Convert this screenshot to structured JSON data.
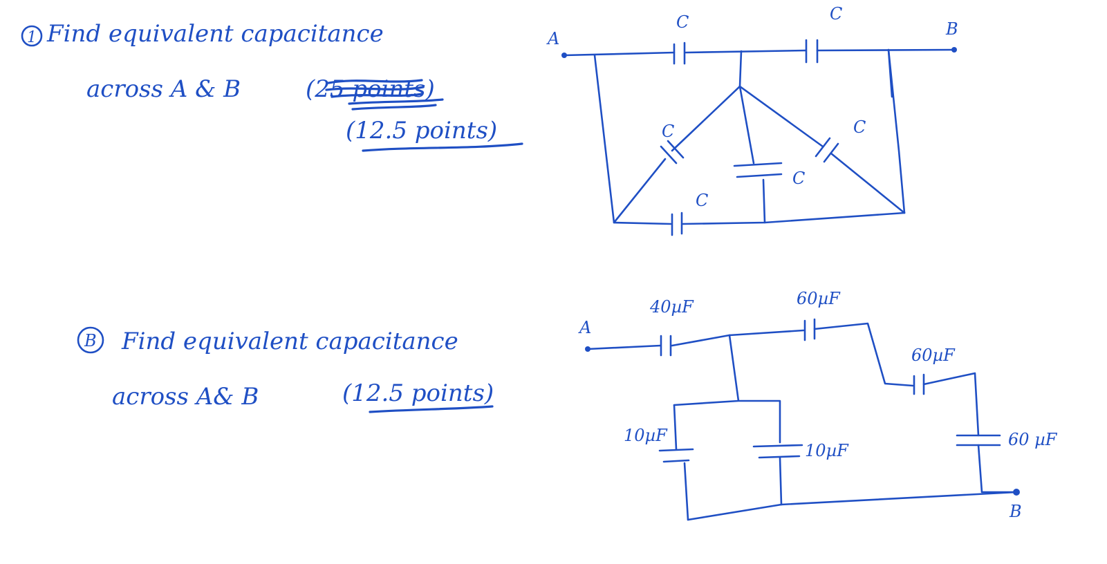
{
  "problem1": {
    "number": "1",
    "line1": "Find equivalent capacitance",
    "line2_prefix": "across A & B",
    "struck_text": "(25 points)",
    "points": "(12.5 points)"
  },
  "problem2": {
    "number": "B",
    "line1": "Find equivalent capacitance",
    "line2_prefix": "across A& B",
    "points": "(12.5 points)"
  },
  "circuit1": {
    "node_a": "A",
    "node_b": "B",
    "cap_top_left": "C",
    "cap_top_right": "C",
    "cap_diag_left": "C",
    "cap_diag_right": "C",
    "cap_center": "C",
    "cap_bottom": "C"
  },
  "circuit2": {
    "node_a": "A",
    "node_b": "B",
    "cap_40": "40µF",
    "cap_60_top": "60µF",
    "cap_60_mid": "60µF",
    "cap_60_right": "60 µF",
    "cap_10_left": "10µF",
    "cap_10_mid": "10µF"
  },
  "colors": {
    "ink": "#1f4fc4",
    "paper": "#ffffff"
  }
}
